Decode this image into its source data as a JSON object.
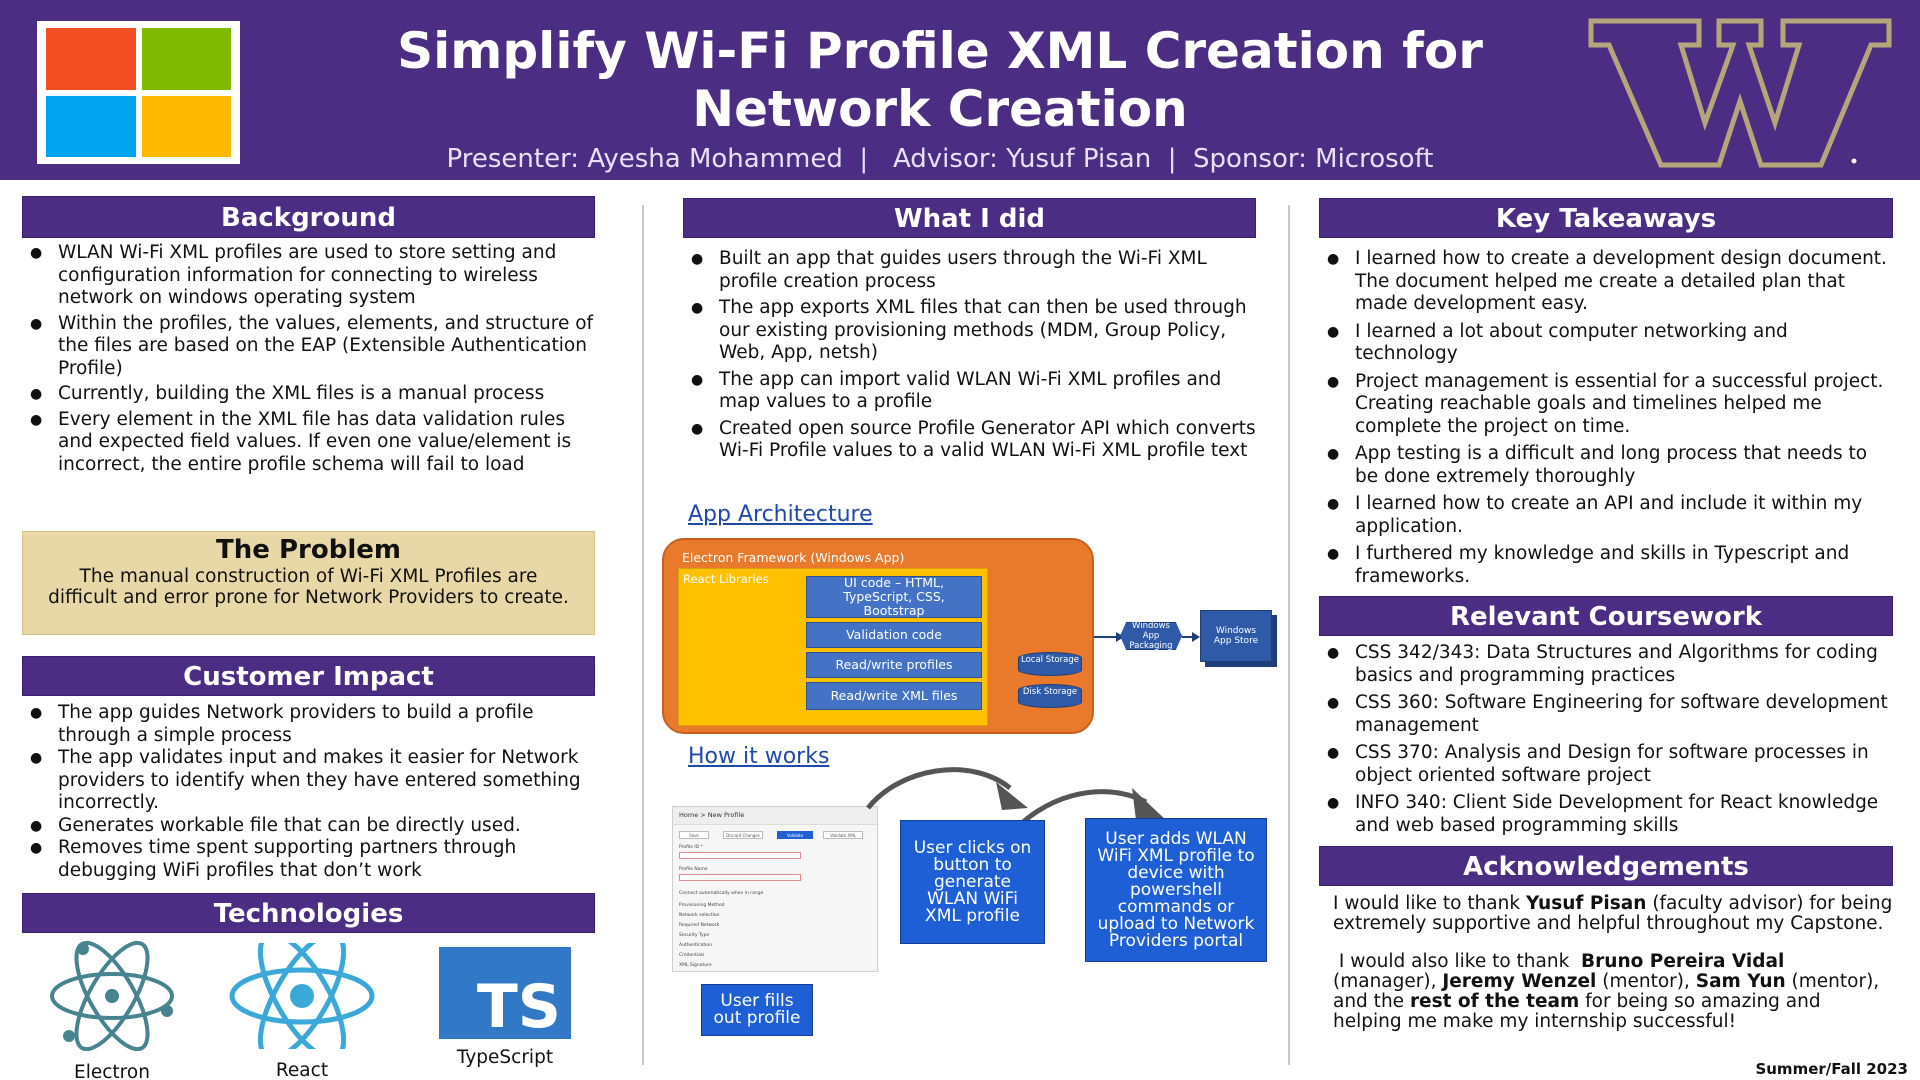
{
  "header": {
    "title_line1": "Simplify Wi-Fi Profile XML Creation for",
    "title_line2": "Network Creation",
    "subtitle": "Presenter: Ayesha Mohammed  |   Advisor: Yusuf Pisan  |  Sponsor: Microsoft",
    "logo_colors": [
      "#f25022",
      "#7fba00",
      "#00a4ef",
      "#ffb900"
    ],
    "uw_colors": {
      "purple": "#4b2e83",
      "gold": "#b7a57a"
    }
  },
  "background": {
    "heading": "Background",
    "items": [
      "WLAN Wi-Fi XML profiles are used to store setting and configuration information for connecting to wireless network on windows operating system",
      "Within the profiles, the values, elements, and structure of the files are based on the EAP (Extensible Authentication Profile)",
      "Currently, building the XML files is a manual process",
      "Every element in the XML file has data validation rules and expected field values. If even one value/element is incorrect, the entire profile schema will fail to load"
    ]
  },
  "problem": {
    "heading": "The Problem",
    "text": "The manual construction of Wi-Fi XML Profiles are difficult and error prone for Network Providers to create."
  },
  "customer_impact": {
    "heading": "Customer Impact",
    "items": [
      "The app guides Network providers to build a profile through a simple process",
      "The app validates input and makes it easier for Network providers to identify when they have entered something incorrectly.",
      "Generates workable file that can be directly used.",
      "Removes time spent supporting partners through debugging WiFi profiles that don’t work"
    ]
  },
  "technologies": {
    "heading": "Technologies",
    "items": [
      "Electron",
      "React",
      "TypeScript"
    ],
    "ts_badge": "TS"
  },
  "what_i_did": {
    "heading": "What I did",
    "items": [
      "Built an app that guides users through the Wi-Fi XML profile creation process",
      "The app exports XML files that can then be used through our existing provisioning methods (MDM, Group Policy, Web, App, netsh)",
      "The app can import valid WLAN Wi-Fi XML profiles and map values to a profile",
      "Created open source Profile Generator API which converts Wi-Fi Profile values to a valid WLAN Wi-Fi XML profile text"
    ]
  },
  "architecture": {
    "heading": "App Architecture",
    "electron_label": "Electron Framework (Windows App)",
    "react_label": "React Libraries",
    "boxes": [
      "UI code – HTML, TypeScript, CSS, Bootstrap",
      "Validation code",
      "Read/write profiles",
      "Read/write XML files"
    ],
    "storage": [
      "Local Storage",
      "Disk Storage"
    ],
    "packaging": "Windows App Packaging",
    "store": "Windows App Store"
  },
  "how_it_works": {
    "heading": "How it works",
    "screenshot": {
      "breadcrumb": "Home > New Profile",
      "buttons": [
        "Save",
        "Discard Changes",
        "Validate",
        "Validate XML"
      ],
      "rows": [
        "Profile ID *",
        "Profile Name",
        "Connect automatically when in range",
        "Provisioning Method",
        "Network selection",
        "Required Network",
        "Security Type",
        "Authentication",
        "Credentials",
        "XML Signature"
      ]
    },
    "steps": [
      "User fills out profile",
      "User clicks on button to generate WLAN WiFi XML profile",
      "User adds WLAN WiFi XML profile to device with powershell commands or upload to Network Providers portal"
    ]
  },
  "key_takeaways": {
    "heading": "Key Takeaways",
    "items": [
      "I learned how to create a development design document. The document helped me create a detailed plan that made development easy.",
      "I learned a lot about computer networking and technology",
      "Project management is essential for a successful project. Creating reachable  goals and timelines helped me complete the project on time.",
      "App testing is a difficult and long process that needs to be done extremely thoroughly",
      "I learned how to create an API and include it within my application.",
      "I furthered my knowledge and skills in Typescript and frameworks."
    ]
  },
  "coursework": {
    "heading": "Relevant Coursework",
    "items": [
      "CSS 342/343: Data Structures and Algorithms for coding basics and programming practices",
      "CSS 360: Software Engineering for software development management",
      "CSS 370: Analysis and Design for software processes in object oriented software project",
      "INFO 340: Client Side Development for React knowledge and web based programming skills"
    ]
  },
  "acknowledgements": {
    "heading": "Acknowledgements",
    "p1_a": "I would like to thank ",
    "p1_name": "Yusuf Pisan",
    "p1_b": " (faculty advisor) for being extremely supportive and helpful throughout my Capstone.",
    "p2_a": " I would also like to thank  ",
    "p2_name1": "Bruno Pereira Vidal",
    "p2_b": " (manager), ",
    "p2_name2": "Jeremy Wenzel",
    "p2_c": " (mentor), ",
    "p2_name3": "Sam Yun",
    "p2_d": " (mentor), and the ",
    "p2_name4": "rest of the team",
    "p2_e": " for being so amazing and helping me make my internship successful!"
  },
  "footer": {
    "term": "Summer/Fall 2023"
  }
}
